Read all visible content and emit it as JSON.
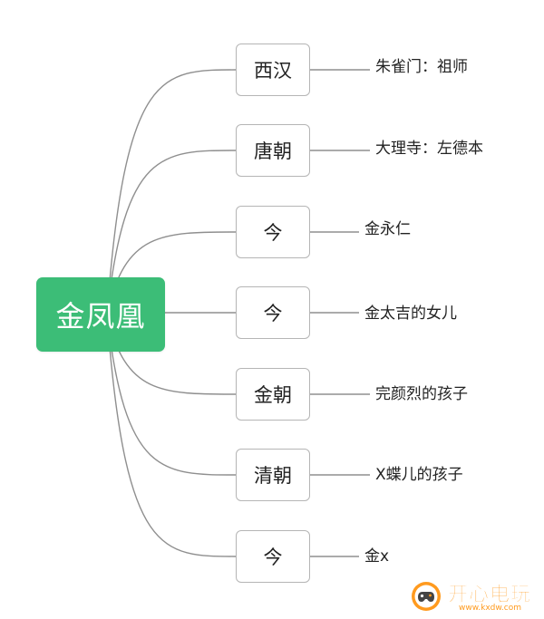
{
  "root": {
    "label": "金凤凰",
    "color": "#3cbd77"
  },
  "branches": [
    {
      "era": "西汉",
      "desc": "朱雀门：祖师"
    },
    {
      "era": "唐朝",
      "desc": "大理寺：左德本"
    },
    {
      "era": "今",
      "desc": "金永仁"
    },
    {
      "era": "今",
      "desc": "金太吉的女儿"
    },
    {
      "era": "金朝",
      "desc": "完颜烈的孩子"
    },
    {
      "era": "清朝",
      "desc": "X蝶儿的孩子"
    },
    {
      "era": "今",
      "desc": "金x"
    }
  ],
  "watermark": {
    "brand": "开心电玩",
    "url": "www.kxdw.com",
    "color": "#ff9a1e"
  },
  "line_color": "#8f8f8f"
}
